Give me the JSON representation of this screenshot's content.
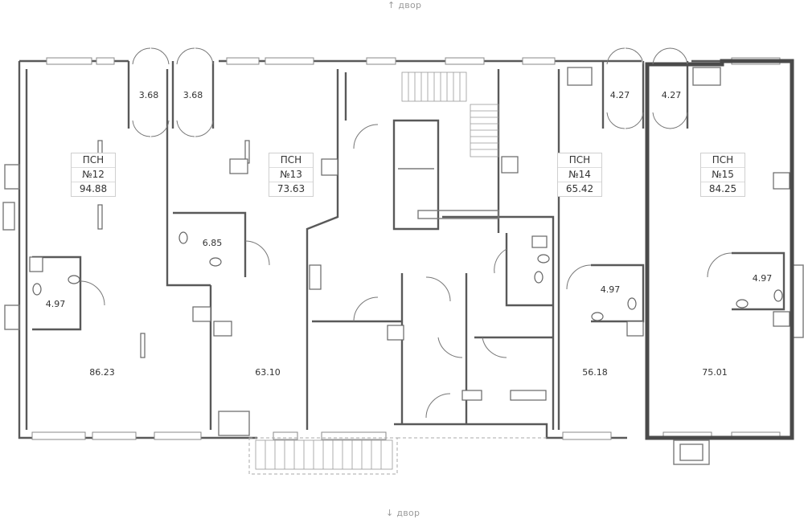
{
  "navigation": {
    "top_label": "↑ двор",
    "bottom_label": "↓ двор"
  },
  "units": [
    {
      "type": "ПСН",
      "number": "№12",
      "area": "94.88"
    },
    {
      "type": "ПСН",
      "number": "№13",
      "area": "73.63"
    },
    {
      "type": "ПСН",
      "number": "№14",
      "area": "65.42"
    },
    {
      "type": "ПСН",
      "number": "№15",
      "area": "84.25"
    }
  ],
  "room_areas": {
    "vestibule_12": "3.68",
    "vestibule_13": "3.68",
    "vestibule_14": "4.27",
    "vestibule_15": "4.27",
    "wc_12": "4.97",
    "wc_13": "6.85",
    "wc_14": "4.97",
    "wc_15": "4.97",
    "hall_12": "86.23",
    "hall_13": "63.10",
    "hall_14": "56.18",
    "hall_15": "75.01"
  },
  "colors": {
    "wall": "#595959",
    "selected_unit_outline": "#4a4a4a",
    "background": "#ffffff"
  },
  "selected_unit": "№15"
}
